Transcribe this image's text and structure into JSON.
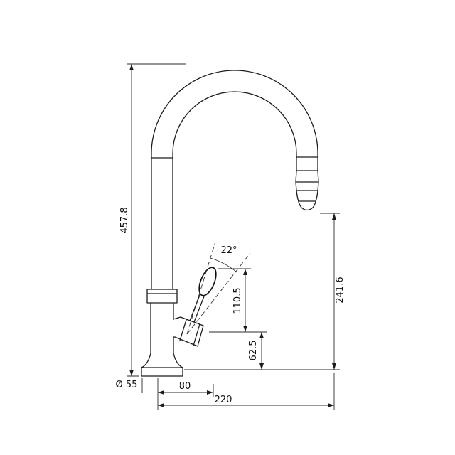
{
  "drawing": {
    "labels": {
      "total_height": "457.8",
      "spout_to_base": "241.6",
      "handle_height": "110.5",
      "body_height": "62.5",
      "handle_angle": "22°",
      "base_diameter": "Ø 55",
      "handle_reach": "80",
      "spout_reach": "220"
    }
  }
}
